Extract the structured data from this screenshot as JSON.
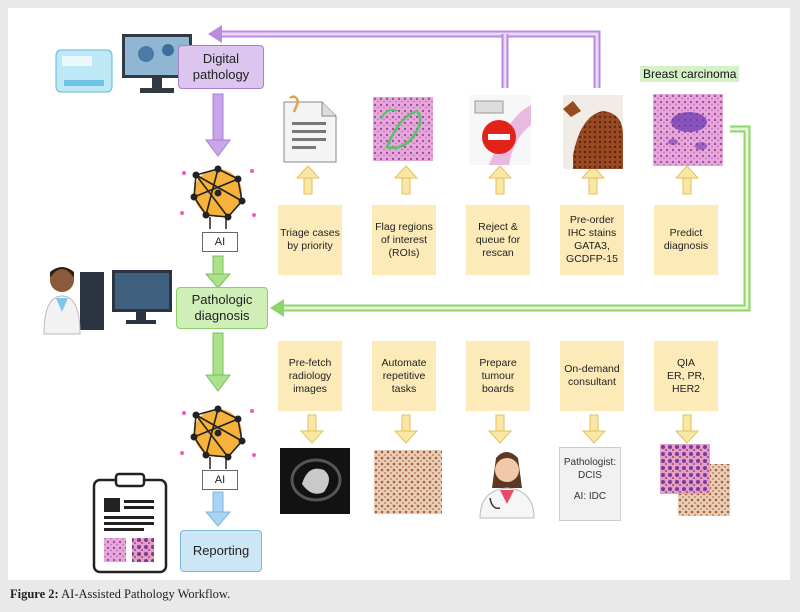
{
  "stages": {
    "digital": "Digital\npathology",
    "diagnosis": "Pathologic\ndiagnosis",
    "reporting": "Reporting"
  },
  "ai_label": "AI",
  "top_tasks": [
    "Triage cases\nby priority",
    "Flag regions\nof interest\n(ROIs)",
    "Reject &\nqueue for\nrescan",
    "Pre-order\nIHC stains\nGATA3,\nGCDFP-15",
    "Predict\ndiagnosis"
  ],
  "bottom_tasks": [
    "Pre-fetch\nradiology\nimages",
    "Automate\nrepetitive\ntasks",
    "Prepare\ntumour\nboards",
    "On-demand\nconsultant",
    "QIA\nER, PR,\nHER2"
  ],
  "breast_carcinoma": "Breast carcinoma",
  "consult_card": {
    "line1": "Pathologist:",
    "line2": "DCIS",
    "line3": "AI: IDC"
  },
  "caption": {
    "prefix": "Figure 2:",
    "text": " AI-Assisted Pathology Workflow."
  },
  "colors": {
    "purple": "#b98be0",
    "green": "#8ed46a",
    "blue": "#8cc6ec",
    "note": "#fcebb8",
    "yellow_arrow": "#f4d77a"
  },
  "icons": [
    "scanner-icon",
    "neural-network-icon",
    "doctor-computer-icon",
    "clipboard-report-icon",
    "document-icon",
    "tissue-slide-icon",
    "reject-icon",
    "ihc-slide-icon",
    "breast-tissue-icon",
    "radiology-image-icon",
    "stained-tissue-icon",
    "female-doctor-icon",
    "qia-tissue-icon"
  ]
}
